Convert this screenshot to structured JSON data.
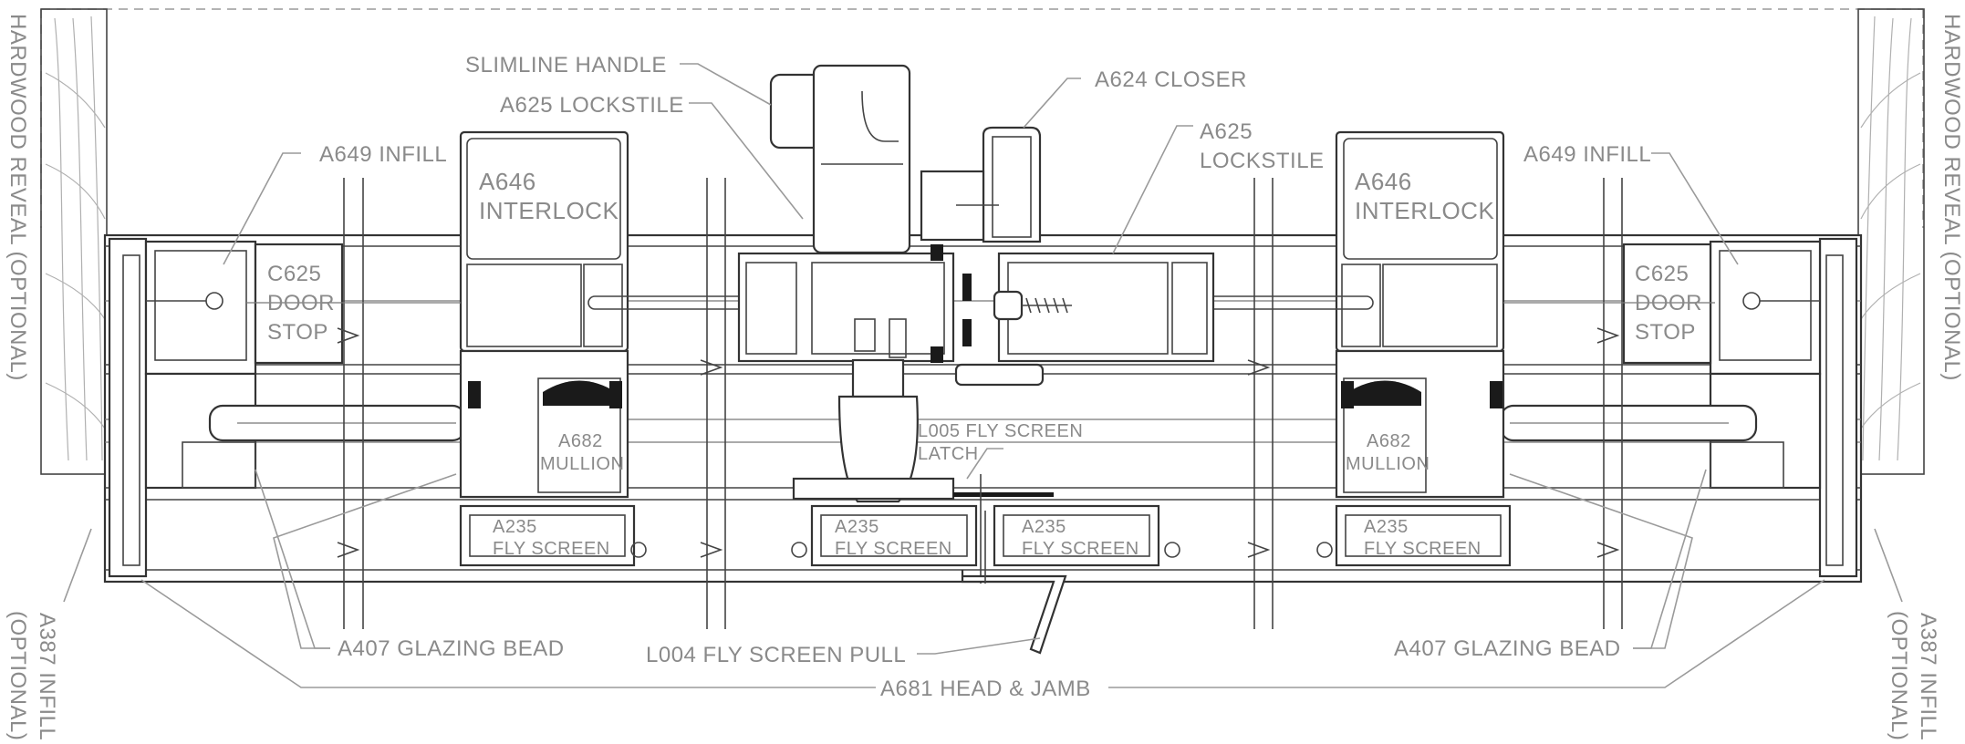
{
  "labels": {
    "slimline_handle": "SLIMLINE HANDLE",
    "a625_lockstile_top": "A625 LOCKSTILE",
    "a624_closer": "A624 CLOSER",
    "a625_right_1": "A625",
    "a625_right_2": "LOCKSTILE",
    "a649_left": "A649 INFILL",
    "a649_right": "A649 INFILL",
    "a646_left_1": "A646",
    "a646_left_2": "INTERLOCK",
    "a646_right_1": "A646",
    "a646_right_2": "INTERLOCK",
    "c625_left_1": "C625",
    "c625_left_2": "DOOR",
    "c625_left_3": "STOP",
    "c625_right_1": "C625",
    "c625_right_2": "DOOR",
    "c625_right_3": "STOP",
    "a682_left_1": "A682",
    "a682_left_2": "MULLION",
    "a682_right_1": "A682",
    "a682_right_2": "MULLION",
    "l005_1": "L005 FLY SCREEN",
    "l005_2": "LATCH",
    "a235_1": "A235",
    "a235_2": "FLY SCREEN",
    "a407_left": "A407 GLAZING BEAD",
    "a407_right": "A407 GLAZING BEAD",
    "l004": "L004 FLY SCREEN PULL",
    "a681": "A681 HEAD & JAMB",
    "hardwood_left": "HARDWOOD REVEAL (OPTIONAL)",
    "hardwood_right": "HARDWOOD REVEAL (OPTIONAL)",
    "a387_left_1": "A387 INFILL",
    "a387_left_2": "(OPTIONAL)",
    "a387_right_1": "A387 INFILL",
    "a387_right_2": "(OPTIONAL)"
  },
  "colors": {
    "label": "#8a8a8a",
    "profile": "#333333",
    "leader": "#9a9a9a",
    "gasket": "#1a1a1a"
  }
}
